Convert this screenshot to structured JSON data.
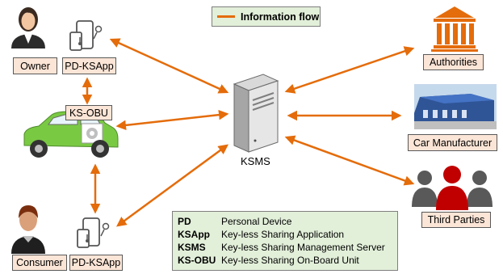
{
  "legend": {
    "label": "Information flow",
    "color": "#e46c0a"
  },
  "nodes": {
    "owner": "Owner",
    "pd_ksapp_owner": "PD-KSApp",
    "ks_obu": "KS-OBU",
    "ksms": "KSMS",
    "consumer": "Consumer",
    "pd_ksapp_consumer": "PD-KSApp",
    "authorities": "Authorities",
    "car_manufacturer": "Car Manufacturer",
    "third_parties": "Third Parties"
  },
  "glossary": [
    {
      "abbr": "PD",
      "desc": "Personal Device"
    },
    {
      "abbr": "KSApp",
      "desc": "Key-less Sharing Application"
    },
    {
      "abbr": "KSMS",
      "desc": "Key-less Sharing Management Server"
    },
    {
      "abbr": "KS-OBU",
      "desc": "Key-less Sharing On-Board Unit"
    }
  ],
  "colors": {
    "arrow": "#e46c0a",
    "label_box_fill": "#fbe5d6",
    "legend_fill": "#e2efd9",
    "car_body": "#7ac943",
    "building": "#e46c0a",
    "third_party_highlight": "#c00000"
  }
}
